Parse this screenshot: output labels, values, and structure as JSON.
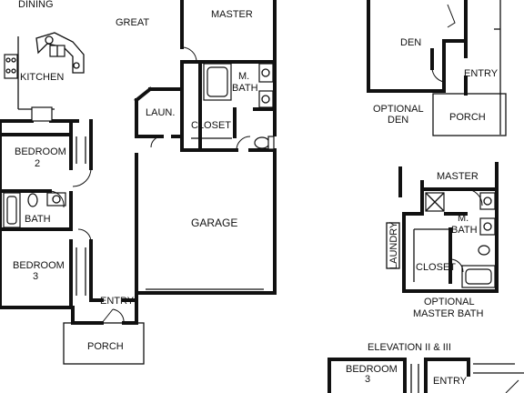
{
  "rooms": {
    "dining": "DINING",
    "great": "GREAT",
    "master": "MASTER",
    "kitchen": "KITCHEN",
    "m_bath_m": "M.",
    "m_bath_bath": "BATH",
    "laun": "LAUN.",
    "closet": "CLOSET",
    "bedroom2_a": "BEDROOM",
    "bedroom2_b": "2",
    "bath": "BATH",
    "garage": "GARAGE",
    "bedroom3_a": "BEDROOM",
    "bedroom3_b": "3",
    "entry": "ENTRY",
    "porch": "PORCH"
  },
  "optional_den": {
    "den": "DEN",
    "entry": "ENTRY",
    "porch": "PORCH",
    "caption_1": "OPTIONAL",
    "caption_2": "DEN"
  },
  "optional_master_bath": {
    "master": "MASTER",
    "m": "M.",
    "bath": "BATH",
    "laundry": "LAUNDRY",
    "closet": "CLOSET",
    "caption_1": "OPTIONAL",
    "caption_2": "MASTER BATH"
  },
  "elevation": {
    "caption": "ELEVATION II & III",
    "bedroom_a": "BEDROOM",
    "bedroom_b": "3",
    "entry": "ENTRY"
  }
}
